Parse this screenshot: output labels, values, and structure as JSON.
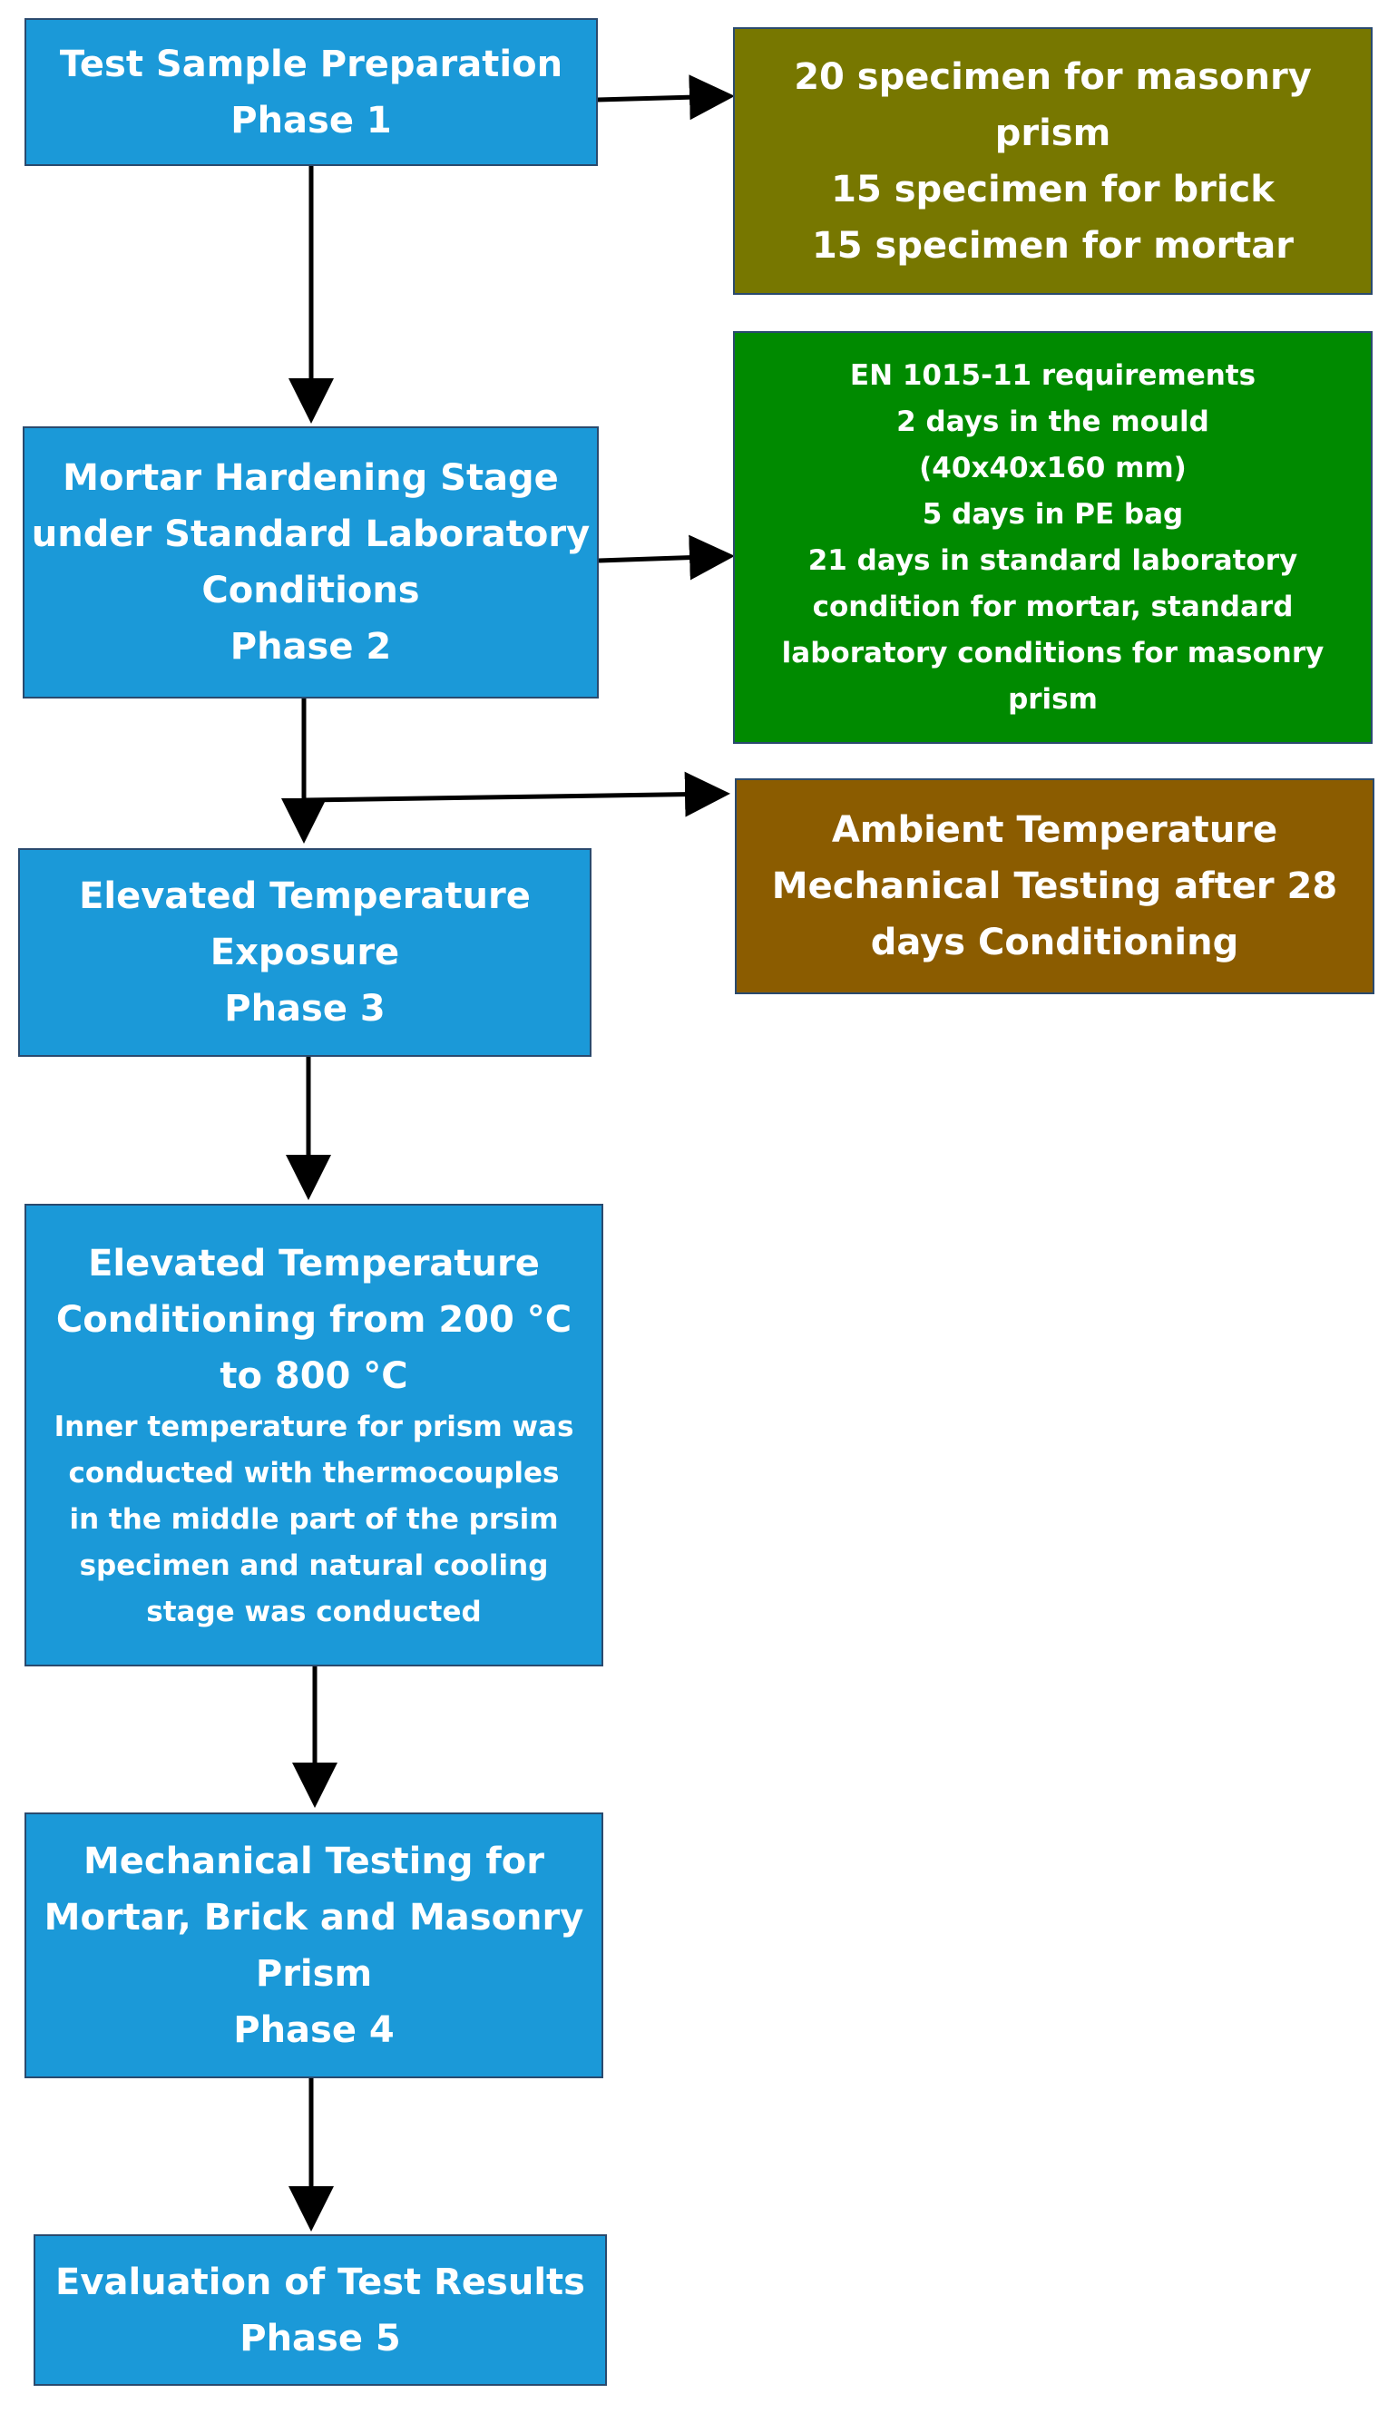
{
  "colors": {
    "phase_box": "#1b99d8",
    "specimen_box": "#777700",
    "requirements_box": "#008a00",
    "ambient_box": "#8b5c00",
    "arrow": "#000000"
  },
  "phase1": {
    "lines": [
      "Test Sample Preparation",
      "Phase 1"
    ]
  },
  "specimens": {
    "lines": [
      "20 specimen for masonry",
      "prism",
      "15 specimen for brick",
      "15 specimen for mortar"
    ]
  },
  "phase2": {
    "lines": [
      "Mortar Hardening Stage",
      "under Standard Laboratory",
      "Conditions",
      "Phase 2"
    ]
  },
  "requirements": {
    "lines": [
      "EN 1015-11 requirements",
      "2 days in the mould",
      "(40x40x160 mm)",
      "5 days in PE bag",
      "21 days in standard laboratory",
      "condition for mortar, standard",
      "laboratory conditions for masonry",
      "prism"
    ]
  },
  "ambient": {
    "lines": [
      "Ambient Temperature",
      "Mechanical Testing after 28",
      "days Conditioning"
    ]
  },
  "phase3": {
    "lines": [
      "Elevated Temperature",
      "Exposure",
      "Phase 3"
    ]
  },
  "conditioning": {
    "heading": [
      "Elevated Temperature",
      "Conditioning from 200 °C",
      "to 800 °C"
    ],
    "details": [
      "Inner temperature for prism was",
      "conducted with thermocouples",
      "in the  middle part of the prsim",
      "specimen and natural cooling",
      "stage was conducted"
    ]
  },
  "phase4": {
    "lines": [
      "Mechanical Testing for",
      "Mortar, Brick and Masonry",
      "Prism",
      "Phase 4"
    ]
  },
  "phase5": {
    "lines": [
      "Evaluation of Test Results",
      "Phase 5"
    ]
  }
}
